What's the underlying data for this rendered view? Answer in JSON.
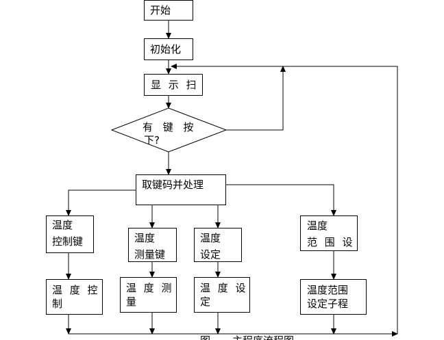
{
  "flowchart": {
    "start": {
      "label": "开始"
    },
    "init": {
      "label": "初始化"
    },
    "display_scan": {
      "label": "显 示 扫"
    },
    "decision": {
      "line1": "有 键 按",
      "line2": "下?"
    },
    "get_key": {
      "label": "取键码并处理"
    },
    "key_control": {
      "line1": "温度",
      "line2": "控制键"
    },
    "key_measure": {
      "line1": "温度",
      "line2": "测量键"
    },
    "key_setting": {
      "line1": "温度",
      "line2": "设定"
    },
    "key_range": {
      "line1": "温度",
      "line2": "范 围 设"
    },
    "sub_control": {
      "line1": "温 度 控",
      "line2": "制"
    },
    "sub_measure": {
      "line1": "温 度 测",
      "line2": "量"
    },
    "sub_setting": {
      "line1": "温 度 设",
      "line2": "定"
    },
    "sub_range": {
      "line1": "温度范围",
      "line2": "设定子程"
    }
  },
  "caption": {
    "figure": "图",
    "title": "主程序流程图"
  },
  "colors": {
    "stroke": "#000000",
    "background": "#ffffff"
  }
}
